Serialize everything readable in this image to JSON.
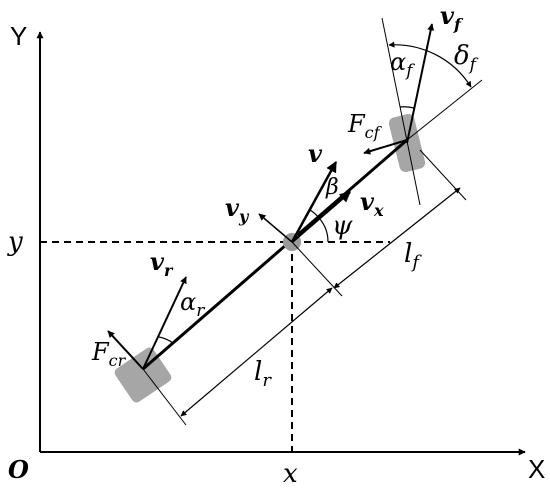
{
  "axes": {
    "y_label": "Y",
    "x_label": "X",
    "origin_label": "O"
  },
  "coords": {
    "x_label": "x",
    "y_label": "y"
  },
  "lengths": {
    "lr": "l",
    "lr_sub": "r",
    "lf": "l",
    "lf_sub": "f"
  },
  "velocities": {
    "v": "v",
    "vx": "v",
    "vx_sub": "x",
    "vy": "v",
    "vy_sub": "y",
    "vr": "v",
    "vr_sub": "r",
    "vf": "v",
    "vf_sub": "f"
  },
  "angles": {
    "beta": "β",
    "psi": "ψ",
    "alpha_r": "α",
    "alpha_r_sub": "r",
    "alpha_f": "α",
    "alpha_f_sub": "f",
    "delta_f": "δ",
    "delta_f_sub": "f"
  },
  "forces": {
    "fcr": "F",
    "fcr_sub": "cr",
    "fcf": "F",
    "fcf_sub": "cf"
  },
  "colors": {
    "ink": "#000000",
    "wheel": "#a6a6a6",
    "cg": "#9a9a9a"
  }
}
